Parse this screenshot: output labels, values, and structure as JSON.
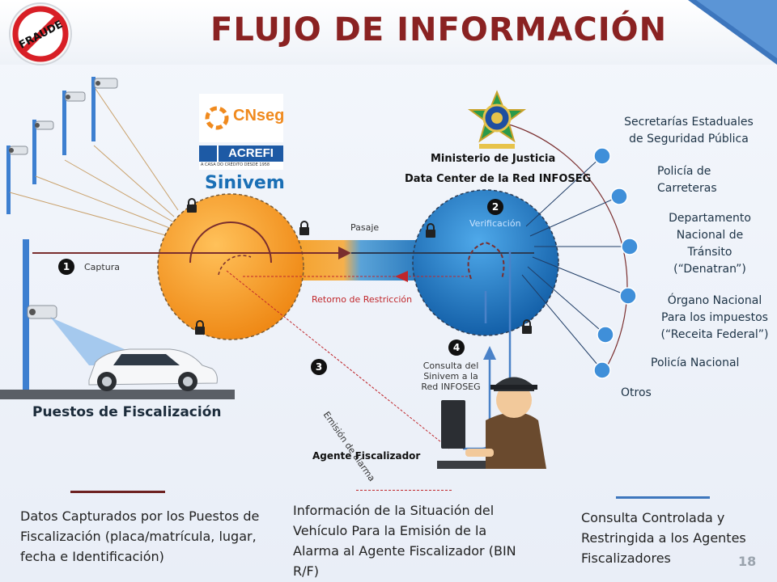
{
  "title": "FLUJO DE INFORMACIÓN",
  "fraud_seal": "FRAUDE",
  "logos": {
    "cnseg": "CNseg",
    "acrefi": "ACREFI",
    "acrefi_tagline": "A CASA DO CRÉDITO DESDE 1958"
  },
  "sinivem": "Sinivem",
  "ministerio": "Ministerio de Justicia",
  "datacenter": "Data Center de la Red INFOSEG",
  "steps": {
    "s1": {
      "num": "1",
      "label": "Captura"
    },
    "s2": {
      "num": "2",
      "label": "Verificación"
    },
    "s3": {
      "num": "3",
      "label": "Emisión de alarma"
    },
    "s4": {
      "num": "4",
      "label_lines": [
        "Consulta del",
        "Sinivem a la",
        "Red INFOSEG"
      ]
    }
  },
  "flow": {
    "pasaje": "Pasaje",
    "retorno": "Retorno de Restricción"
  },
  "puestos": "Puestos de Fiscalización",
  "agente": "Agente Fiscalizador",
  "agencies": [
    [
      "Secretarías Estaduales",
      "de Seguridad Pública"
    ],
    [
      "Policía de",
      "Carreteras"
    ],
    [
      "Departamento",
      "Nacional de",
      "Tránsito",
      "(“Denatran”)"
    ],
    [
      "Órgano Nacional",
      "Para los impuestos",
      "(“Receita Federal”)"
    ],
    [
      "Policía Nacional"
    ],
    [
      "Otros"
    ]
  ],
  "bottom": {
    "left": "Datos Capturados por los Puestos de Fiscalización (placa/matrícula, lugar, fecha e Identificación)",
    "center": "Información de la Situación del Vehículo Para la Emisión de la Alarma al Agente Fiscalizador (BIN R/F)",
    "right": "Consulta Controlada y Restringida a los Agentes Fiscalizadores"
  },
  "page_number": "18",
  "colors": {
    "title": "#8a2222",
    "accent_red": "#c0262b",
    "blue_hub": "#1d6fb8",
    "orange_hub": "#f39a1e",
    "node_blue": "#3f8fd9"
  }
}
